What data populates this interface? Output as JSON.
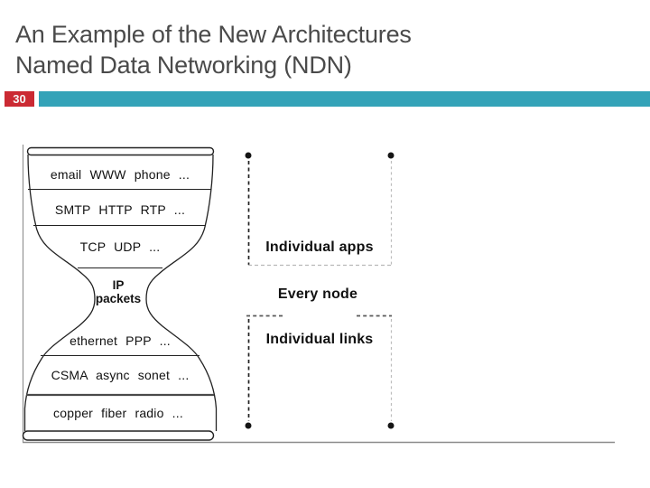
{
  "slide": {
    "title_line1": "An Example of the New Architectures",
    "title_line2": "Named Data Networking (NDN)",
    "page_number": "30"
  },
  "colors": {
    "accent_bar": "#34a3b8",
    "page_badge": "#cb2a33"
  },
  "hourglass": {
    "layer_apps": "email WWW phone ...",
    "layer_middleware": "SMTP HTTP RTP ...",
    "layer_transport": "TCP UDP ...",
    "waist_line1": "IP",
    "waist_line2": "packets",
    "layer_link": "ethernet PPP ...",
    "layer_mac": "CSMA async sonet ...",
    "layer_physical": "copper fiber radio ..."
  },
  "annotations": {
    "apps": "Individual apps",
    "node": "Every node",
    "links": "Individual links"
  }
}
